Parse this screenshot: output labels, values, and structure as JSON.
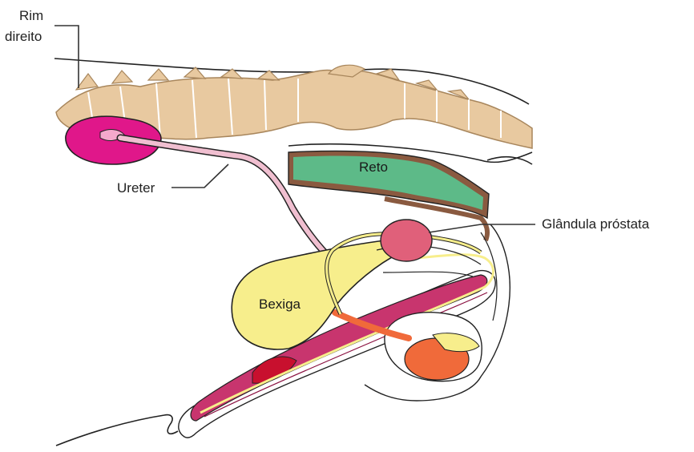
{
  "labels": {
    "kidney_line1": "Rim",
    "kidney_line2": "direito",
    "ureter": "Ureter",
    "rectum": "Reto",
    "prostate": "Glândula próstata",
    "bladder": "Bexiga"
  },
  "colors": {
    "bone": "#e8c9a0",
    "bone_outline": "#a8865c",
    "kidney": "#e0178a",
    "rectum_fill": "#5dba88",
    "rectum_wall": "#8a5a40",
    "prostate": "#e0607a",
    "bladder": "#f7ee8c",
    "ureter": "#f0bfd0",
    "urethra": "#c21a6a",
    "testis": "#f06a3a",
    "penis_red": "#c8102e"
  }
}
